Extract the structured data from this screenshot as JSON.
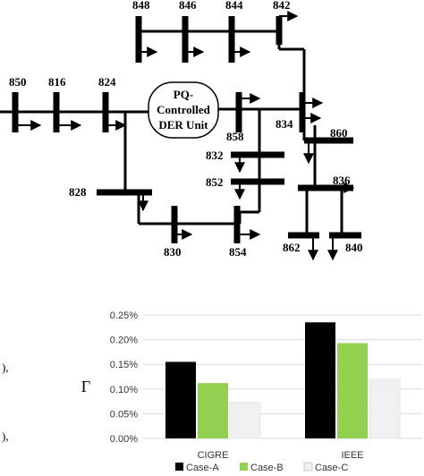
{
  "diagram": {
    "buses": {
      "b848": "848",
      "b846": "846",
      "b844": "844",
      "b842": "842",
      "b850": "850",
      "b816": "816",
      "b824": "824",
      "b858": "858",
      "b834": "834",
      "b860": "860",
      "b832": "832",
      "b852": "852",
      "b836": "836",
      "b828": "828",
      "b830": "830",
      "b854": "854",
      "b862": "862",
      "b840": "840"
    },
    "der_label_lines": [
      "PQ-",
      "Controlled",
      "DER Unit"
    ]
  },
  "equation_fragments": [
    "),",
    "),"
  ],
  "chart_data": {
    "type": "bar",
    "categories": [
      "CIGRE",
      "IEEE"
    ],
    "series": [
      {
        "name": "Case-A",
        "values": [
          0.155,
          0.235
        ],
        "color": "#000000"
      },
      {
        "name": "Case-B",
        "values": [
          0.112,
          0.193
        ],
        "color": "#92d050"
      },
      {
        "name": "Case-C",
        "values": [
          0.073,
          0.12
        ],
        "color": "#f0f0f0"
      }
    ],
    "ylabel": "Γ",
    "ylim": [
      0,
      0.25
    ],
    "yticks": [
      0,
      0.05,
      0.1,
      0.15,
      0.2,
      0.25
    ],
    "ytick_labels": [
      "0.00%",
      "0.05%",
      "0.10%",
      "0.15%",
      "0.20%",
      "0.25%"
    ],
    "grid": true,
    "legend": "bottom"
  }
}
